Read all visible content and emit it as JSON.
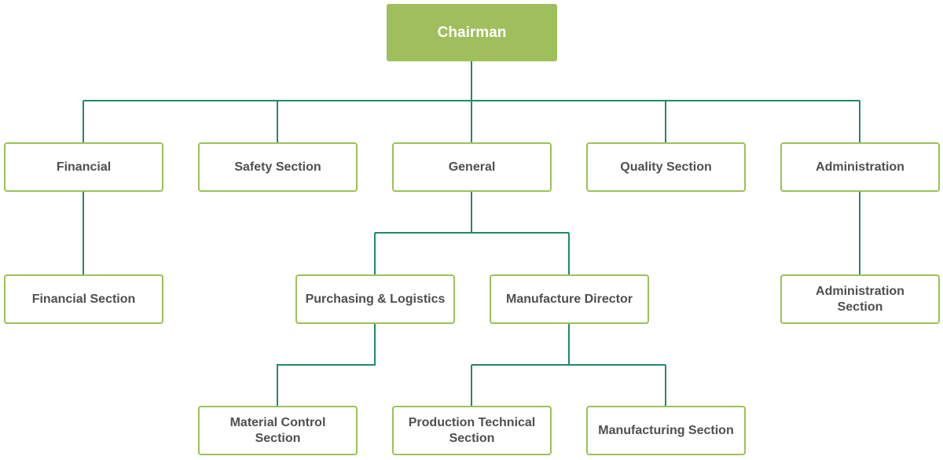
{
  "colors": {
    "node_border": "#9bc158",
    "root_fill": "#9ebf5c",
    "connector": "#1f8a6b",
    "text": "#4f4f4f"
  },
  "org": {
    "chairman": "Chairman",
    "financial": "Financial",
    "safety_section": "Safety Section",
    "general": "General",
    "quality_section": "Quality Section",
    "administration": "Administration",
    "financial_section": "Financial Section",
    "purchasing_logistics": "Purchasing & Logistics",
    "manufacture_director": "Manufacture Director",
    "administration_section": "Administration Section",
    "material_control_section": "Material Control Section",
    "production_technical_section": "Production Technical Section",
    "manufacturing_section": "Manufacturing Section"
  }
}
